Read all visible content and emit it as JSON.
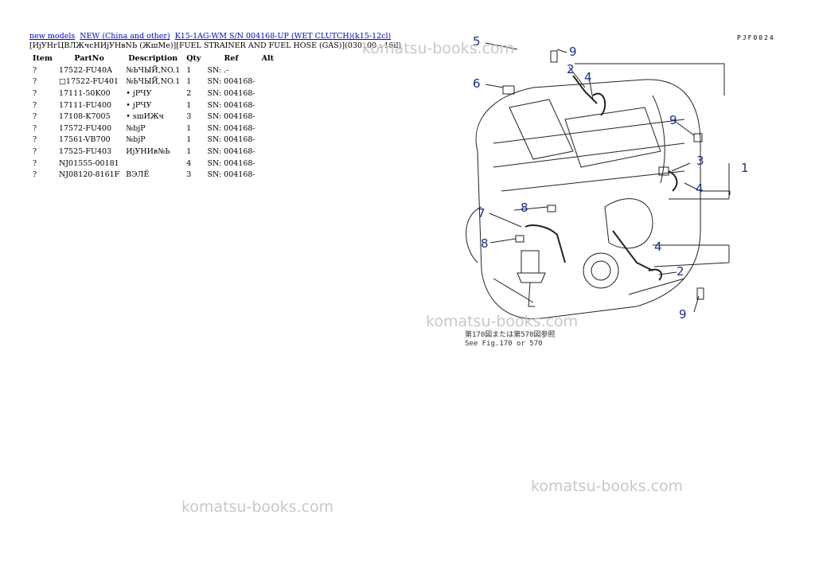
{
  "breadcrumb": {
    "links": [
      "new models",
      "NEW (China and other)",
      "K15-1AG-WM S/N 004168-UP (WET CLUTCH)(k15-12cl)"
    ]
  },
  "subtitle": "[ИјУНгЦВЛЖчсНИјУНвNЬ (ЖшМе)][FUEL STRAINER AND FUEL HOSE (GAS)](030100 : 16il)",
  "table": {
    "headers": [
      "Item",
      "PartNo",
      "Description",
      "Qty",
      "Ref",
      "Alt"
    ],
    "rows": [
      {
        "item": "?",
        "part": "17522-FU40A",
        "desc": "№ЬЧЫЙ,NO.1",
        "qty": "1",
        "ref": "SN: .-",
        "alt": ""
      },
      {
        "item": "?",
        "part": "□17522-FU401",
        "desc": "№ЬЧЫЙ,NO.1",
        "qty": "1",
        "ref": "SN: 004168-",
        "alt": ""
      },
      {
        "item": "?",
        "part": "17111-50K00",
        "desc": "• jРЧУ",
        "qty": "2",
        "ref": "SN: 004168-",
        "alt": ""
      },
      {
        "item": "?",
        "part": "17111-FU400",
        "desc": "• jРЧУ",
        "qty": "1",
        "ref": "SN: 004168-",
        "alt": ""
      },
      {
        "item": "?",
        "part": "17108-K7005",
        "desc": "• ѕшИЖч",
        "qty": "3",
        "ref": "SN: 004168-",
        "alt": ""
      },
      {
        "item": "?",
        "part": "17572-FU400",
        "desc": "№bjР",
        "qty": "1",
        "ref": "SN: 004168-",
        "alt": ""
      },
      {
        "item": "?",
        "part": "17561-VB700",
        "desc": "№bjР",
        "qty": "1",
        "ref": "SN: 004168-",
        "alt": ""
      },
      {
        "item": "?",
        "part": "17525-FU403",
        "desc": "ИјУНИв№Ь",
        "qty": "1",
        "ref": "SN: 004168-",
        "alt": ""
      },
      {
        "item": "?",
        "part": "NJ01555-00181",
        "desc": "",
        "qty": "4",
        "ref": "SN: 004168-",
        "alt": ""
      },
      {
        "item": "?",
        "part": "NJ08120-8161F",
        "desc": "ВЭЛЁ",
        "qty": "3",
        "ref": "SN: 004168-",
        "alt": ""
      }
    ]
  },
  "diagram": {
    "page_code": "PJF0024",
    "note_jp": "第170図または第570図参照",
    "note_en": "See Fig.170 or 570",
    "callouts": [
      "5",
      "9",
      "2",
      "4",
      "6",
      "9",
      "3",
      "1",
      "4",
      "8",
      "7",
      "8",
      "4",
      "2",
      "9"
    ]
  },
  "watermarks": [
    "komatsu-books.com",
    "komatsu-books.com",
    "komatsu-books.com",
    "komatsu-books.com"
  ]
}
